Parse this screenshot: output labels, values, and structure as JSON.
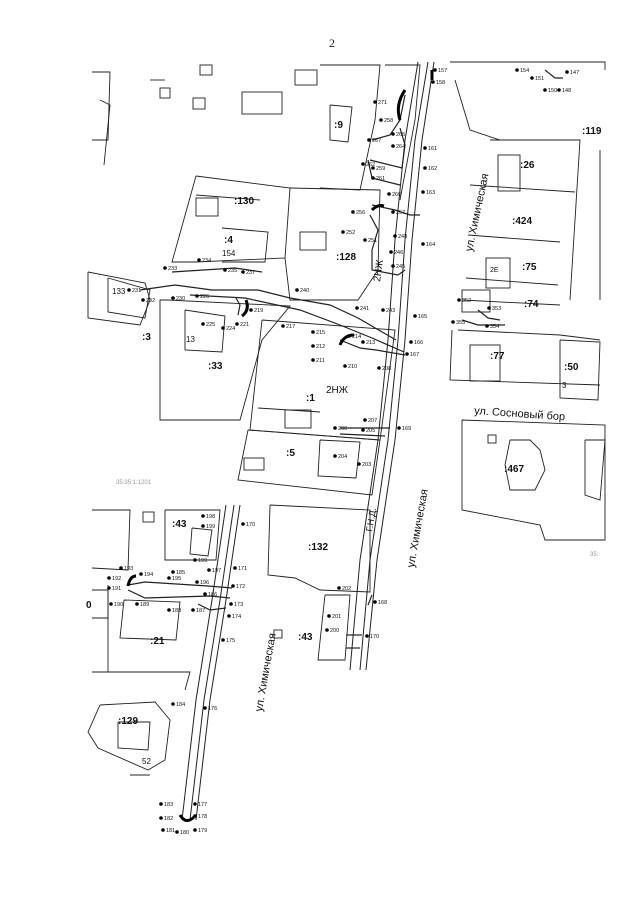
{
  "page_number": "2",
  "streets": {
    "khim_top": "ул. Химическая",
    "khim_middle": "ул. Химическая",
    "khim_bottom": "ул. Химическая",
    "sosnovy": "ул. Сосновый бор"
  },
  "parcels": {
    "p9": ":9",
    "p119": ":119",
    "p26": ":26",
    "p130": ":130",
    "p424": ":424",
    "p4": ":4",
    "p128": ":128",
    "p75": ":75",
    "p74": ":74",
    "p3": ":3",
    "p33": ":33",
    "p77": ":77",
    "p50": ":50",
    "p1": ":1",
    "p467": ":467",
    "p5": ":5",
    "p43a": ":43",
    "p132": ":132",
    "p21": ":21",
    "p43b": ":43",
    "p0": "0",
    "p129": ":129"
  },
  "annotations": {
    "a2nzh1": "2НЖ",
    "a2nzh2": "2НЖ",
    "agnd": "Г.Н.Д.",
    "a13": "13",
    "a154": "154",
    "a133": "133",
    "a52": "52",
    "a3": "3",
    "a2e": "2Е"
  },
  "faint_labels": {
    "f1": "35:35:1:1201",
    "f2": "35:"
  },
  "points": {
    "n157": "157",
    "n158": "158",
    "n154": "154",
    "n151": "151",
    "n147": "147",
    "n150": "150",
    "n148": "148",
    "n271": "271",
    "n258": "258",
    "n267": "267",
    "n265": "265",
    "n264": "264",
    "n262": "262",
    "n261": "261",
    "n260": "260",
    "n259": "259",
    "n161": "161",
    "n162": "162",
    "n163": "163",
    "n256": "256",
    "n257": "257",
    "n252": "252",
    "n251": "251",
    "n248": "248",
    "n246": "246",
    "n245": "245",
    "n164": "164",
    "n165": "165",
    "n166": "166",
    "n167": "167",
    "n169": "169",
    "n243": "243",
    "n241": "241",
    "n240": "240",
    "n233": "233",
    "n234": "234",
    "n235": "235",
    "n237": "237",
    "n231": "231",
    "n232": "232",
    "n230": "230",
    "n226": "226",
    "n225": "225",
    "n224": "224",
    "n221": "221",
    "n219": "219",
    "n217": "217",
    "n215": "215",
    "n214": "214",
    "n213": "213",
    "n212": "212",
    "n211": "211",
    "n210": "210",
    "n208": "208",
    "n207": "207",
    "n206": "206",
    "n205": "205",
    "n204": "204",
    "n203": "203",
    "n355": "355",
    "n352": "352",
    "n353": "353",
    "n354": "354",
    "n198": "198",
    "n199a": "199",
    "n170": "170",
    "n171": "171",
    "n172": "172",
    "n173": "173",
    "n174": "174",
    "n175": "175",
    "n176": "176",
    "n177": "177",
    "n178": "178",
    "n179": "179",
    "n180": "180",
    "n181": "181",
    "n182": "182",
    "n183": "183",
    "n184": "184",
    "n185": "185",
    "n186": "186",
    "n187": "187",
    "n188": "188",
    "n189": "189",
    "n190": "190",
    "n191": "191",
    "n192": "192",
    "n193": "193",
    "n194": "194",
    "n195": "195",
    "n196": "196",
    "n197": "197",
    "n199b": "199",
    "n200": "200",
    "n201": "201",
    "n202": "202",
    "n168": "168",
    "n170b": "170"
  }
}
